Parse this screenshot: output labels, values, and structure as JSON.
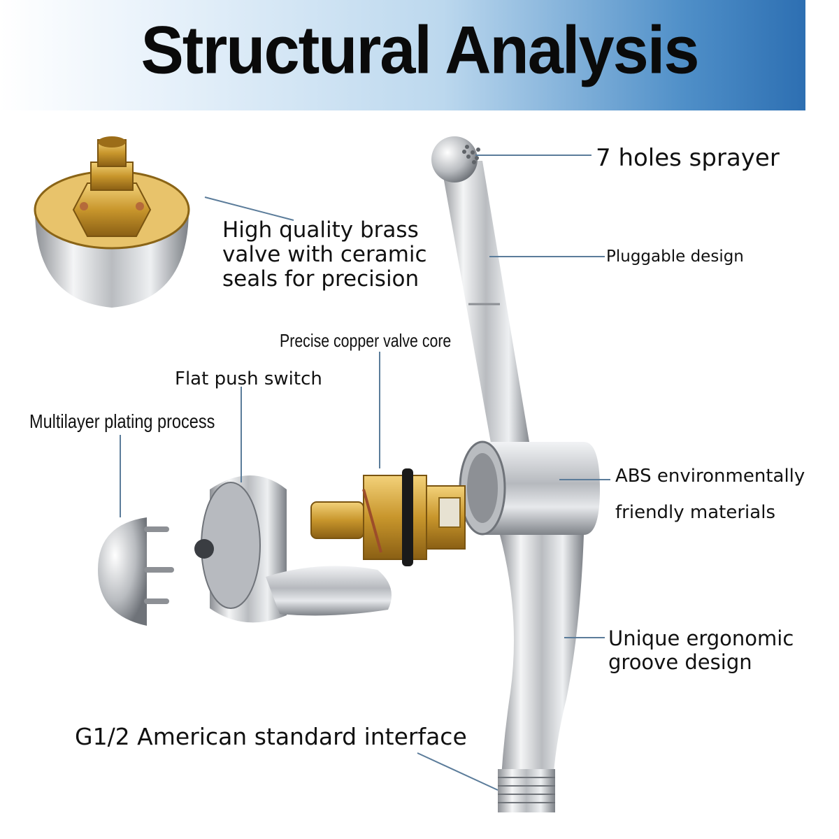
{
  "title": "Structural Analysis",
  "callouts": {
    "sprayer": "7 holes sprayer",
    "brass_valve_line1": "High quality brass",
    "brass_valve_line2": "valve with ceramic",
    "brass_valve_line3": "seals for precision",
    "pluggable": "Pluggable design",
    "copper_core": "Precise copper valve core",
    "push_switch": "Flat push switch",
    "plating": "Multilayer plating process",
    "abs_line1": "ABS environmentally",
    "abs_line2": "friendly materials",
    "ergonomic_line1": "Unique ergonomic",
    "ergonomic_line2": "groove design",
    "interface": "G1/2 American standard interface"
  },
  "colors": {
    "banner_start": "#ffffff",
    "banner_end": "#2d6fb2",
    "chrome": "#c9ccd0",
    "brass": "#d7a53a",
    "leader_line": "#5b7c9a"
  }
}
